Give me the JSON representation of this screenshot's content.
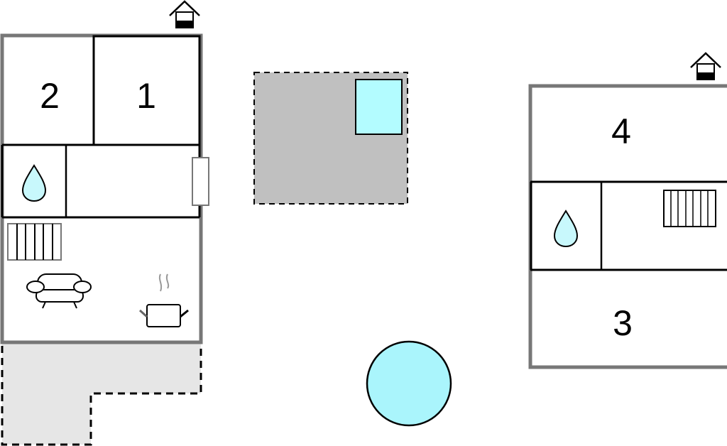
{
  "plan": {
    "rooms": [
      {
        "id": "room-1",
        "label": "1"
      },
      {
        "id": "room-2",
        "label": "2"
      },
      {
        "id": "room-3",
        "label": "3"
      },
      {
        "id": "room-4",
        "label": "4"
      }
    ],
    "colors": {
      "wall": "#777777",
      "inner_wall": "#000000",
      "terrace": "#e6e6e6",
      "pool_deck": "#c0c0c0",
      "water": "#b3fcff"
    },
    "icons": [
      "house-entrance-icon",
      "water-drop-icon",
      "radiator-icon",
      "sofa-icon",
      "cooking-pot-icon",
      "window-icon"
    ]
  }
}
